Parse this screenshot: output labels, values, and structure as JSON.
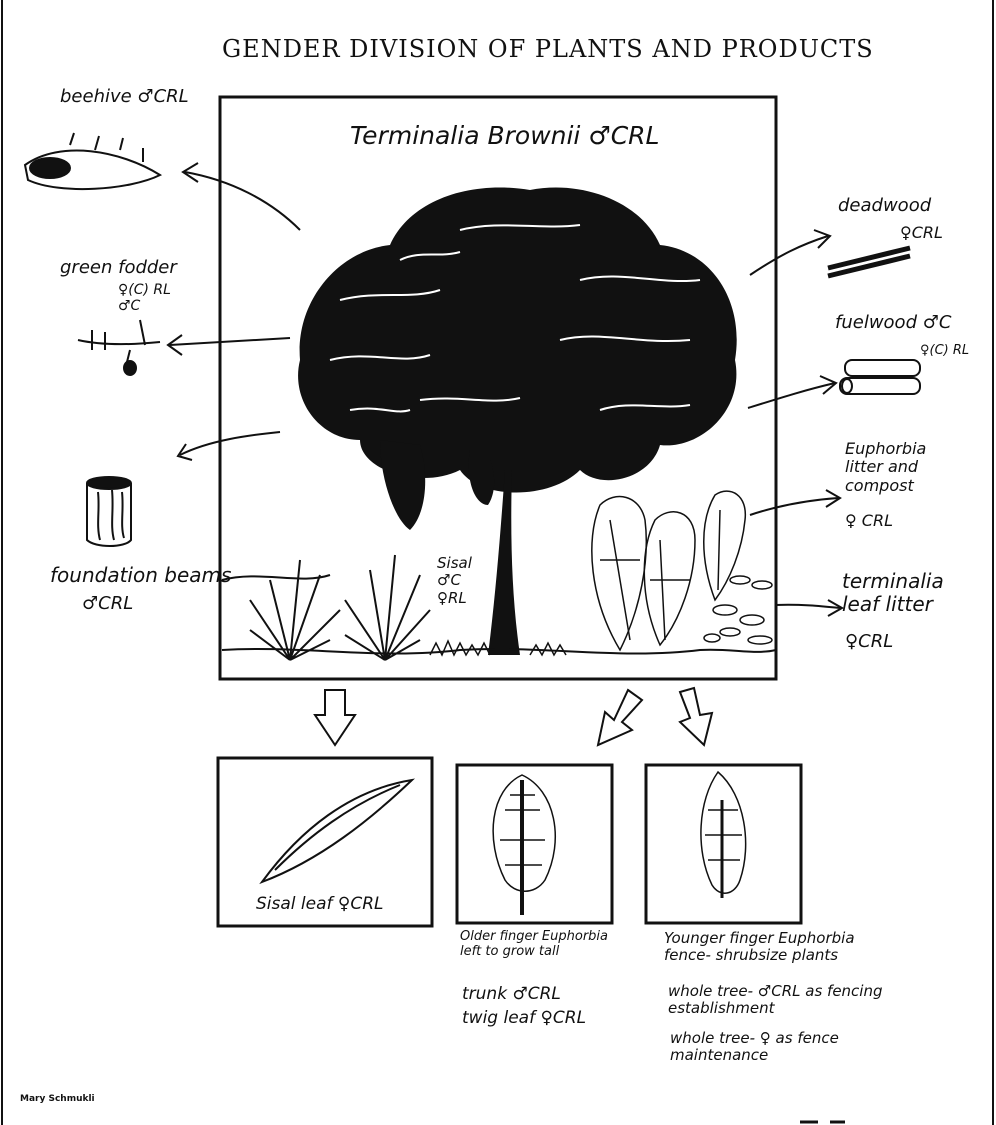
{
  "title": "GENDER DIVISION OF PLANTS AND PRODUCTS",
  "main_tree": {
    "label": "Terminalia Brownii ♂CRL"
  },
  "left_products": {
    "beehive": "beehive ♂CRL",
    "green_fodder_title": "green fodder",
    "green_fodder_gender": "♀(C) RL\n♂C",
    "foundation_beams_title": "foundation beams",
    "foundation_beams_gender": "♂CRL"
  },
  "right_products": {
    "deadwood_title": "deadwood",
    "deadwood_gender": "♀CRL",
    "fuelwood_title": "fuelwood ♂C",
    "fuelwood_gender": "♀(C) RL",
    "euphorbia_litter": "Euphorbia\nlitter and\ncompost",
    "euphorbia_litter_gender": "♀ CRL",
    "terminalia_litter": "terminalia\nleaf litter",
    "terminalia_litter_gender": "♀CRL"
  },
  "sisal_label": "Sisal\n♂C\n♀RL",
  "bottom_panels": {
    "sisal_leaf": "Sisal leaf ♀CRL",
    "older_finger": "Older finger Euphorbia\nleft to grow tall",
    "older_uses": "trunk ♂CRL\ntwig leaf ♀CRL",
    "younger_finger": "Younger finger Euphorbia\nfence- shrubsize plants",
    "younger_use_1": "whole tree- ♂CRL as fencing\nestablishment",
    "younger_use_2": "whole tree- ♀ as fence\nmaintenance"
  },
  "credit": "Mary Schmukli"
}
